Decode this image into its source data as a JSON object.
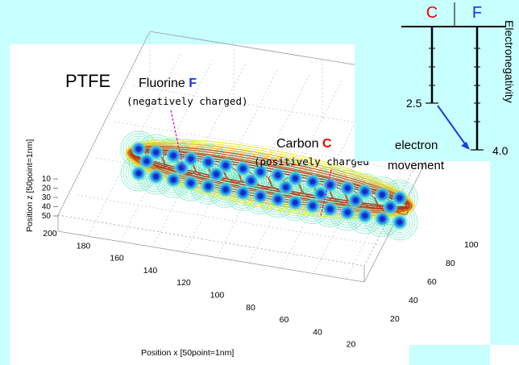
{
  "plot": {
    "title": "PTFE",
    "xlabel": "Position x [50point=1nm]",
    "ylabel": "Position z [50point=1nm]",
    "x_ticks": [
      "200",
      "180",
      "160",
      "140",
      "120",
      "100",
      "80",
      "60",
      "40",
      "20"
    ],
    "y_ticks": [
      "100",
      "80",
      "60",
      "40",
      "20"
    ],
    "z_ticks": [
      "50",
      "40",
      "30",
      "20",
      "10"
    ]
  },
  "annotations": {
    "fluorine_word": "Fluorine",
    "fluorine_symbol": "F",
    "fluorine_note": "(negatively charged)",
    "carbon_word": "Carbon",
    "carbon_symbol": "C",
    "carbon_note": "(positively charged"
  },
  "electronegativity": {
    "axis_label": "Electronegativity",
    "header_c": "C",
    "header_f": "F",
    "value_c": "2.5",
    "value_f": "4.0",
    "movement_line1": "electron",
    "movement_line2": "movement"
  },
  "colors": {
    "background": "#c8ffff",
    "carbon_red": "#ee0000",
    "fluorine_blue": "#1a30e0",
    "pointer_magenta": "#e000e0",
    "arrow_blue": "#1a40e0",
    "contour_outer": "#40e0b0",
    "contour_mid": "#e6ea2a",
    "contour_inner": "#d24d10",
    "atom_core": "#1030c0"
  }
}
